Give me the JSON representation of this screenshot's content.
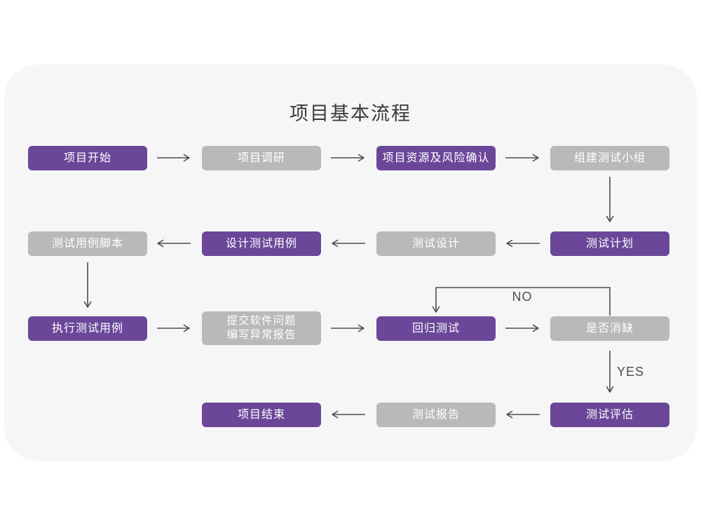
{
  "title": "项目基本流程",
  "colors": {
    "purple": "#6a4799",
    "gray": "#b9b9b9",
    "arrow": "#4d4d4d",
    "card": "#f6f6f6",
    "title_text": "#3a3a3a",
    "box_text": "#ffffff"
  },
  "branch_labels": {
    "no": "NO",
    "yes": "YES"
  },
  "nodes": {
    "start": {
      "label": "项目开始",
      "style": "purple"
    },
    "survey": {
      "label": "项目调研",
      "style": "gray"
    },
    "risk": {
      "label": "项目资源及风险确认",
      "style": "purple"
    },
    "team": {
      "label": "组建测试小组",
      "style": "gray"
    },
    "case_script": {
      "label": "测试用例脚本",
      "style": "gray"
    },
    "design_case": {
      "label": "设计测试用例",
      "style": "purple"
    },
    "test_design": {
      "label": "测试设计",
      "style": "gray"
    },
    "test_plan": {
      "label": "测试计划",
      "style": "purple"
    },
    "execute": {
      "label": "执行测试用例",
      "style": "purple"
    },
    "submit": {
      "line1": "提交软件问题",
      "line2": "编写异常报告",
      "style": "gray"
    },
    "regression": {
      "label": "回归测试",
      "style": "purple"
    },
    "defect_check": {
      "label": "是否消缺",
      "style": "gray"
    },
    "end": {
      "label": "项目结束",
      "style": "purple"
    },
    "report": {
      "label": "测试报告",
      "style": "gray"
    },
    "evaluate": {
      "label": "测试评估",
      "style": "purple"
    }
  }
}
